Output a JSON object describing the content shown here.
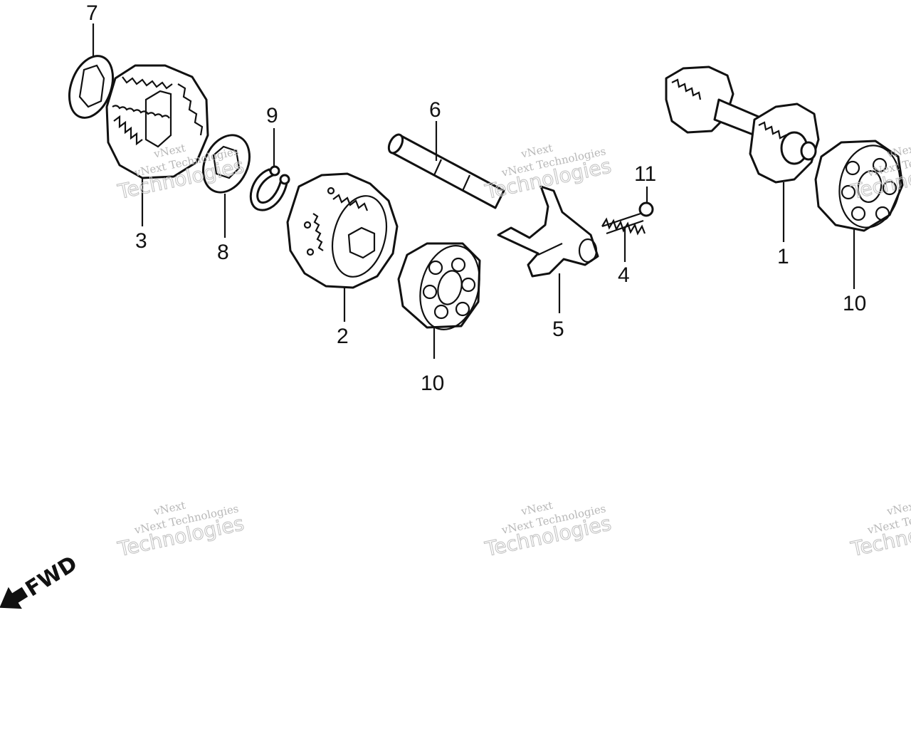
{
  "watermark": {
    "line1": "vNext",
    "line2": "vNext Technologies",
    "line3": "Technologies"
  },
  "fwd_label": "FWD",
  "callouts": [
    {
      "id": "1",
      "label": "1"
    },
    {
      "id": "2",
      "label": "2"
    },
    {
      "id": "3",
      "label": "3"
    },
    {
      "id": "4",
      "label": "4"
    },
    {
      "id": "5",
      "label": "5"
    },
    {
      "id": "6",
      "label": "6"
    },
    {
      "id": "7",
      "label": "7"
    },
    {
      "id": "8",
      "label": "8"
    },
    {
      "id": "9",
      "label": "9"
    },
    {
      "id": "10a",
      "label": "10"
    },
    {
      "id": "10b",
      "label": "10"
    },
    {
      "id": "11",
      "label": "11"
    }
  ]
}
